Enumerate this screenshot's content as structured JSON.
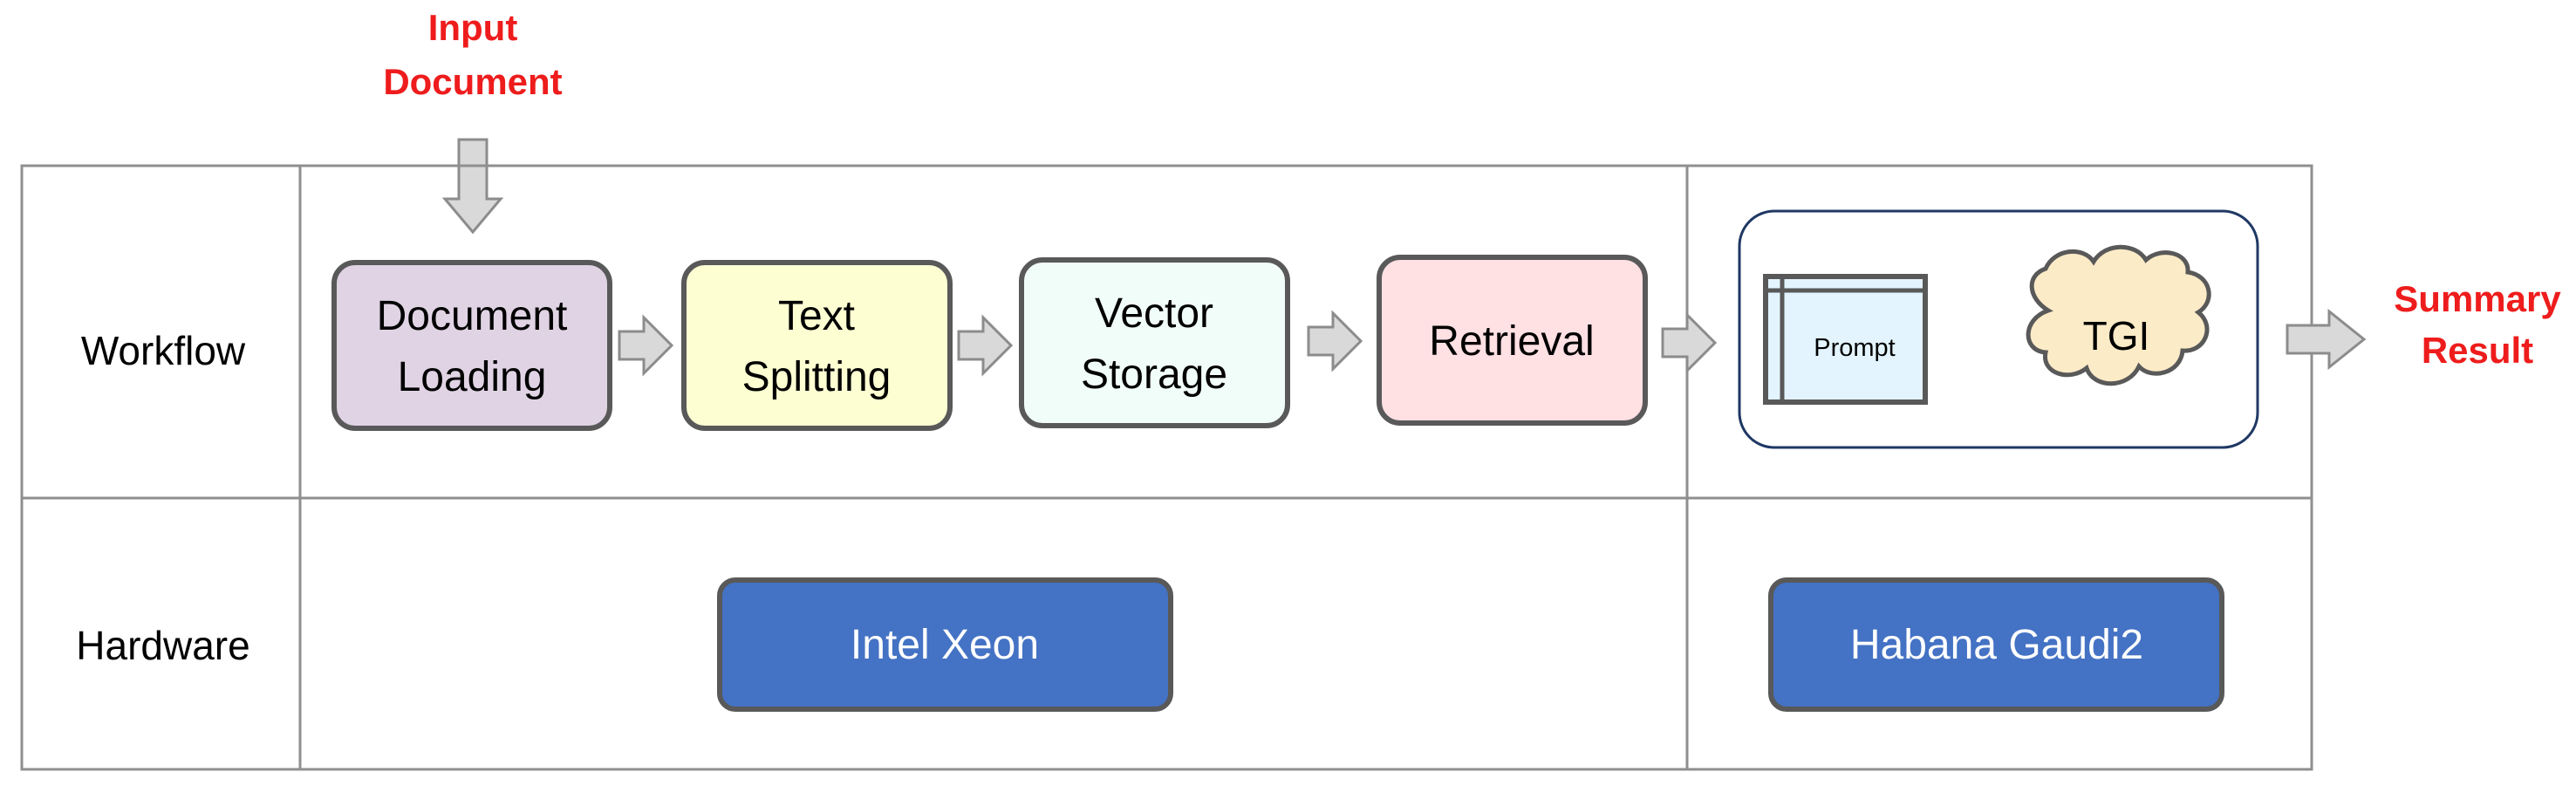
{
  "input_label": [
    "Input",
    "Document"
  ],
  "output_label": [
    "Summary",
    "Result"
  ],
  "rows": {
    "workflow": "Workflow",
    "hardware": "Hardware"
  },
  "steps": [
    {
      "lines": [
        "Document",
        "Loading"
      ],
      "fill": "#e0d3e4"
    },
    {
      "lines": [
        "Text",
        "Splitting"
      ],
      "fill": "#fefed3"
    },
    {
      "lines": [
        "Vector",
        "Storage"
      ],
      "fill": "#f1fdf8"
    },
    {
      "lines": [
        "Retrieval"
      ],
      "fill": "#ffe0e3"
    }
  ],
  "prompt_label": "Prompt",
  "tgi_label": "TGI",
  "hardware": {
    "cpu": "Intel Xeon",
    "accelerator": "Habana Gaudi2"
  },
  "colors": {
    "emphasis_text": "#ee1c1c",
    "hardware_fill": "#4472c4",
    "hardware_text": "#ffffff",
    "box_stroke": "#595959",
    "grid_stroke": "#8f8f8f",
    "arrow_fill": "#d9d9d9",
    "arrow_stroke": "#8c8c8c",
    "prompt_fill": "#e3f4fe",
    "tgi_fill": "#fcebc7",
    "group_stroke": "#1f3864"
  }
}
